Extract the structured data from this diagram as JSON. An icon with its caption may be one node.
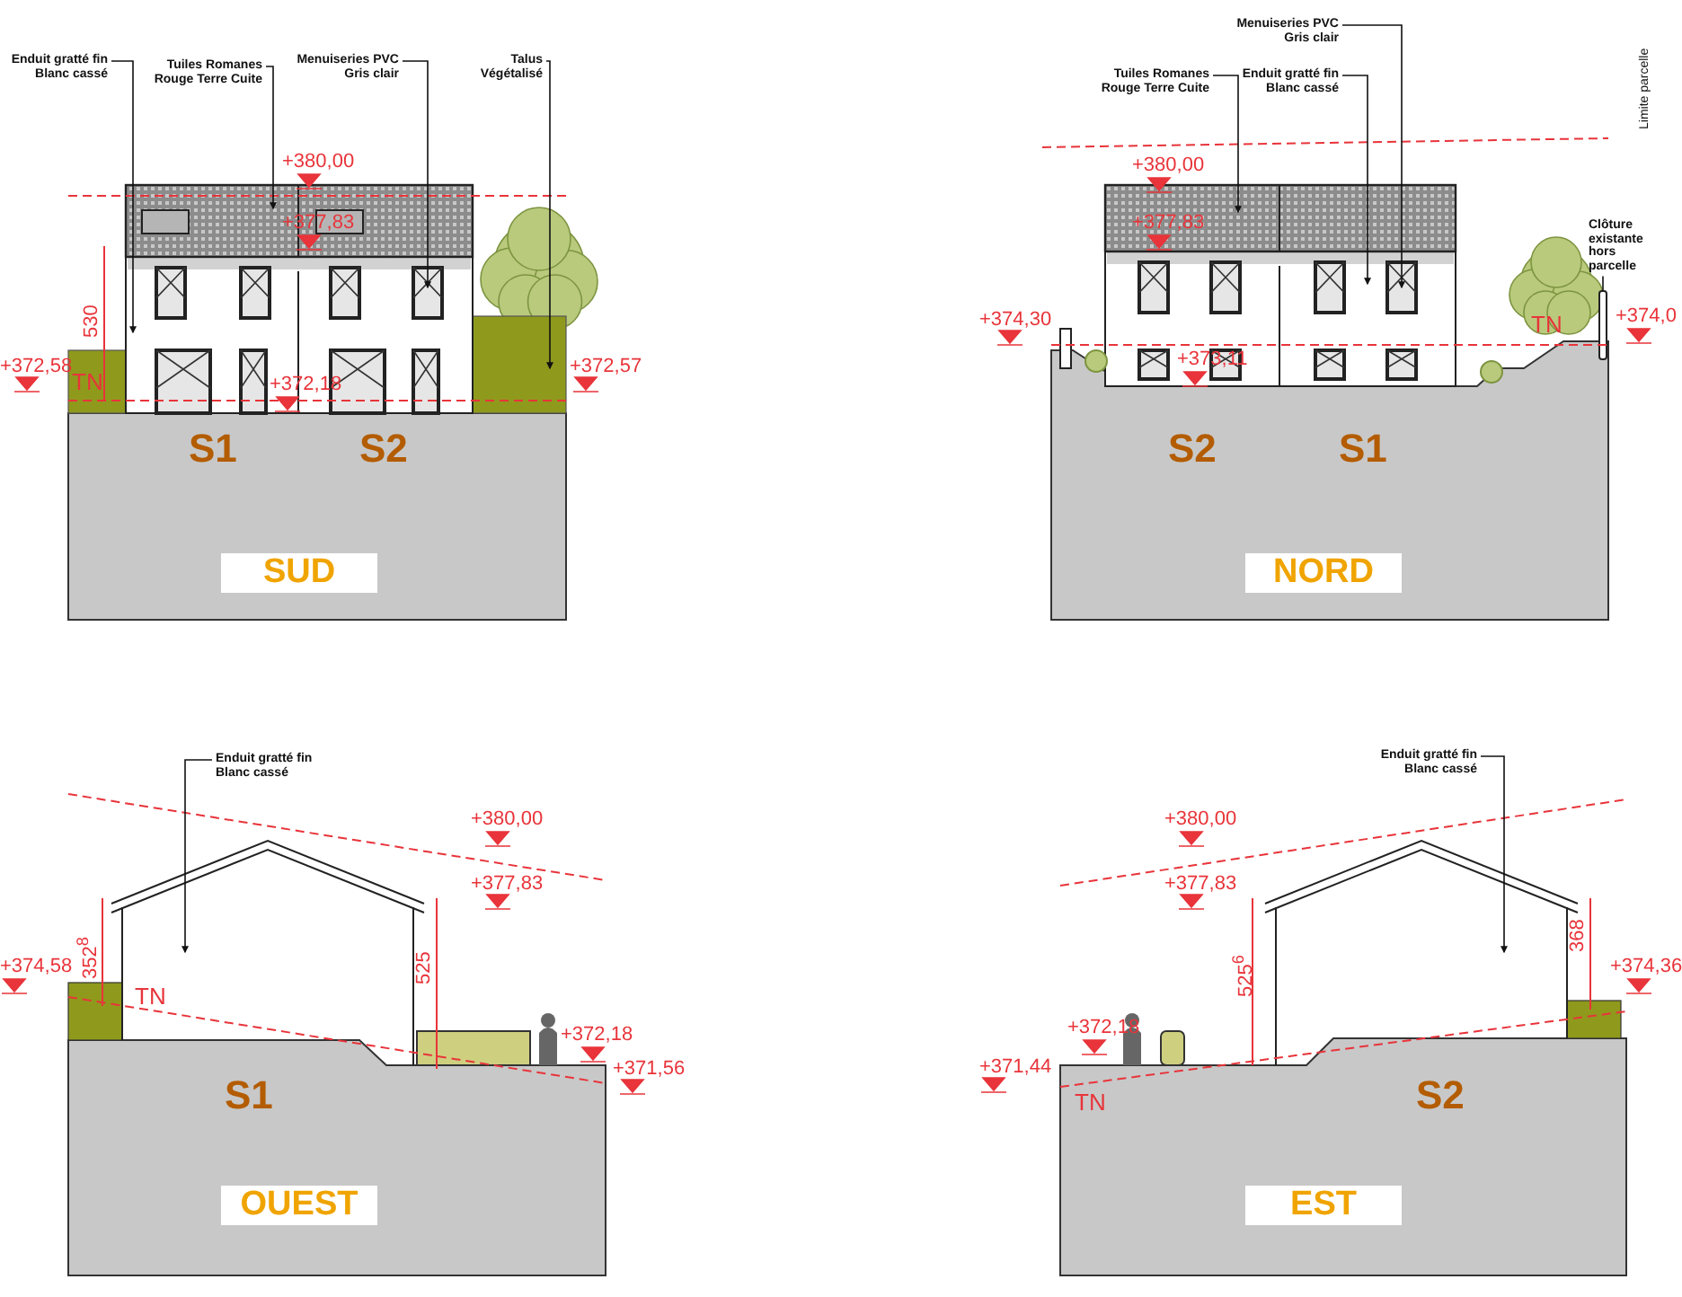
{
  "diagram": {
    "nodes": [
      {
        "text": [
          "Enduit gratté fin Blanc cassé"
        ]
      },
      {
        "text": [
          "Tuiles Romanes Rouge Terre Cuite"
        ]
      },
      {
        "text": [
          "Menuiseries PVC Gris clair"
        ]
      },
      {
        "text": [
          "Talus Végétalisé"
        ]
      },
      {
        "text": [
          "Menuiseries PVC Gris clair"
        ]
      },
      {
        "text": [
          "Tuiles Romanes Rouge Terre Cuite"
        ]
      },
      {
        "text": [
          "Enduit gratté fin Blanc cassé"
        ]
      },
      {
        "text": [
          "Clôture existante hors parcelle"
        ]
      },
      {
        "text": [
          "Enduit gratté fin Blanc cassé"
        ]
      },
      {
        "text": [
          "Enduit gratté fin Blanc cassé"
        ]
      },
      {
        "text": [],
        "shape": "box"
      },
      {
        "text": [],
        "shape": "box"
      },
      {
        "text": [],
        "shape": "box"
      },
      {
        "text": [],
        "shape": "box"
      },
      {
        "text": [],
        "shape": "box"
      },
      {
        "text": [],
        "shape": "bar"
      },
      {
        "text": [],
        "shape": "box"
      },
      {
        "text": [],
        "shape": "box"
      }
    ],
    "edges": [
      {
        "from": 0,
        "to": 10,
        "arrow": "to"
      },
      {
        "from": 1,
        "to": 11,
        "arrow": "to"
      },
      {
        "from": 2,
        "to": 10,
        "arrow": "to"
      },
      {
        "from": 3,
        "to": 12,
        "arrow": "to"
      },
      {
        "from": 4,
        "to": 14,
        "arrow": "to"
      },
      {
        "from": 5,
        "to": 13,
        "arrow": "to"
      },
      {
        "from": 6,
        "to": 14,
        "arrow": "to"
      },
      {
        "from": 7,
        "to": 15,
        "arrow": "none"
      },
      {
        "from": 8,
        "to": 16,
        "arrow": "to"
      },
      {
        "from": 9,
        "to": 17,
        "arrow": "to"
      }
    ],
    "labels": [
      "+380,00",
      "+377,83",
      "530",
      "+372,58",
      "TN",
      "+372,18",
      "+372,57",
      "S1",
      "S2",
      "SUD",
      "Limite parcelle",
      "+380,00",
      "+377,83",
      "+374,30",
      "TN",
      "+374,0",
      "+373,11",
      "S2",
      "S1",
      "NORD",
      "+380,00",
      "+377,83",
      "352$^{8}$",
      "+374,58",
      "TN",
      "525",
      "+372,18",
      "+371,56",
      "S1",
      "OUEST",
      "+380,00",
      "+377,83",
      "+372,18",
      "525$^{6}$",
      "368",
      "+374,36",
      "+371,44",
      "TN",
      "S2",
      "EST"
    ]
  }
}
